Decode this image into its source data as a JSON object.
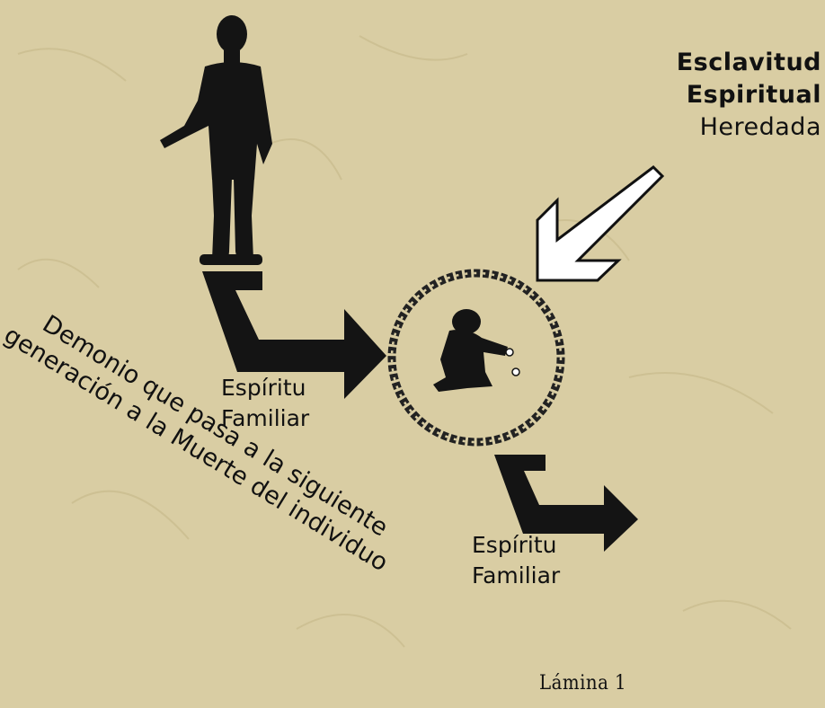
{
  "heading": {
    "line1": "Esclavitud",
    "line2": "Espiritual",
    "line3": "Heredada"
  },
  "label_upper": {
    "line1": "Espíritu",
    "line2": "Familiar"
  },
  "label_lower": {
    "line1": "Espíritu",
    "line2": "Familiar"
  },
  "diagonal_text": {
    "line1": "Demonio que pasa a la siguiente",
    "line2": "generación a la Muerte del individuo"
  },
  "caption": "Lámina 1",
  "colors": {
    "background": "#d9cda3",
    "silhouette": "#141414",
    "arrow_outline": "#111111",
    "arrow_fill": "#ffffff",
    "chain": "#3a3a3a"
  },
  "icons": [
    "standing-man-icon",
    "chained-child-icon",
    "inherited-arrow-icon"
  ]
}
